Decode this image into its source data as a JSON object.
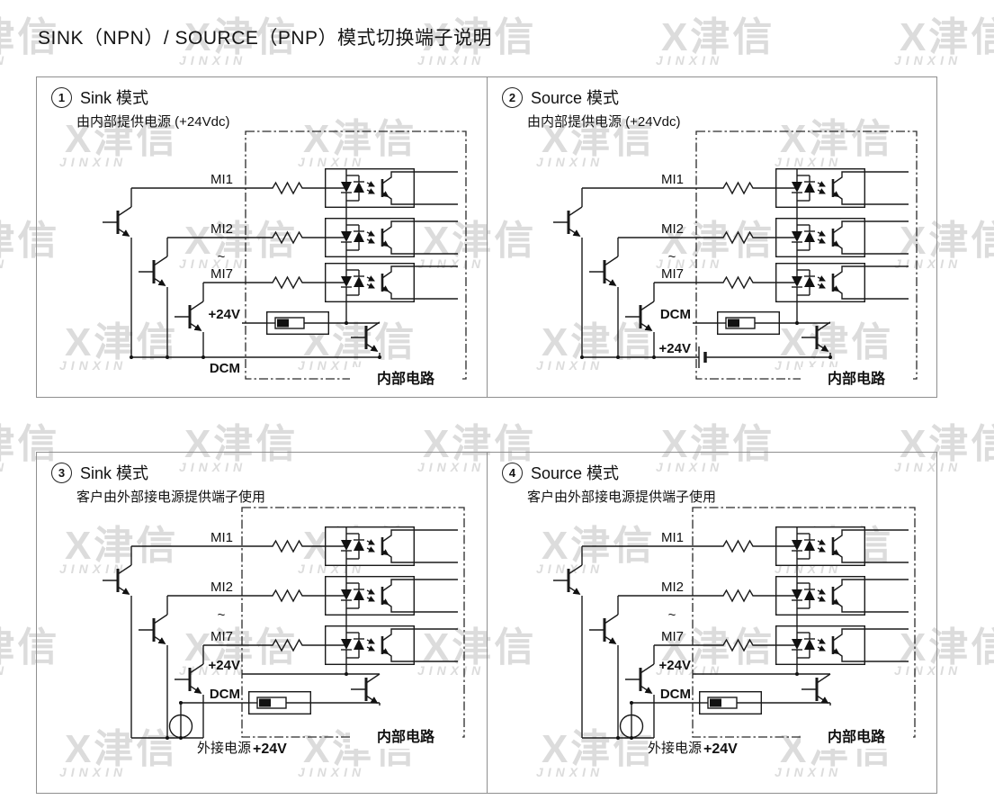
{
  "page": {
    "title": "SINK（NPN）/ SOURCE（PNP）模式切换端子说明"
  },
  "watermark": {
    "logo": "X",
    "cn": "津信",
    "sub": "JINXIN"
  },
  "panels": [
    {
      "num": "1",
      "title": "Sink 模式",
      "subtitle": "由内部提供电源 (+24Vdc)",
      "mi1": "MI1",
      "mi2": "MI2",
      "tilde": "~",
      "mi7": "MI7",
      "rail1": "+24V",
      "rail2": "DCM",
      "internal": "内部电路"
    },
    {
      "num": "2",
      "title": "Source 模式",
      "subtitle": "由内部提供电源 (+24Vdc)",
      "mi1": "MI1",
      "mi2": "MI2",
      "tilde": "~",
      "mi7": "MI7",
      "rail1": "DCM",
      "rail2": "+24V",
      "internal": "内部电路"
    },
    {
      "num": "3",
      "title": "Sink 模式",
      "subtitle": "客户由外部接电源提供端子使用",
      "mi1": "MI1",
      "mi2": "MI2",
      "tilde": "~",
      "mi7": "MI7",
      "rail1": "+24V",
      "rail2": "DCM",
      "internal": "内部电路",
      "ext_label": "外接电源",
      "ext_value": "+24V"
    },
    {
      "num": "4",
      "title": "Source 模式",
      "subtitle": "客户由外部接电源提供端子使用",
      "mi1": "MI1",
      "mi2": "MI2",
      "tilde": "~",
      "mi7": "MI7",
      "rail1": "+24V",
      "rail2": "DCM",
      "internal": "内部电路",
      "ext_label": "外接电源",
      "ext_value": "+24V"
    }
  ]
}
